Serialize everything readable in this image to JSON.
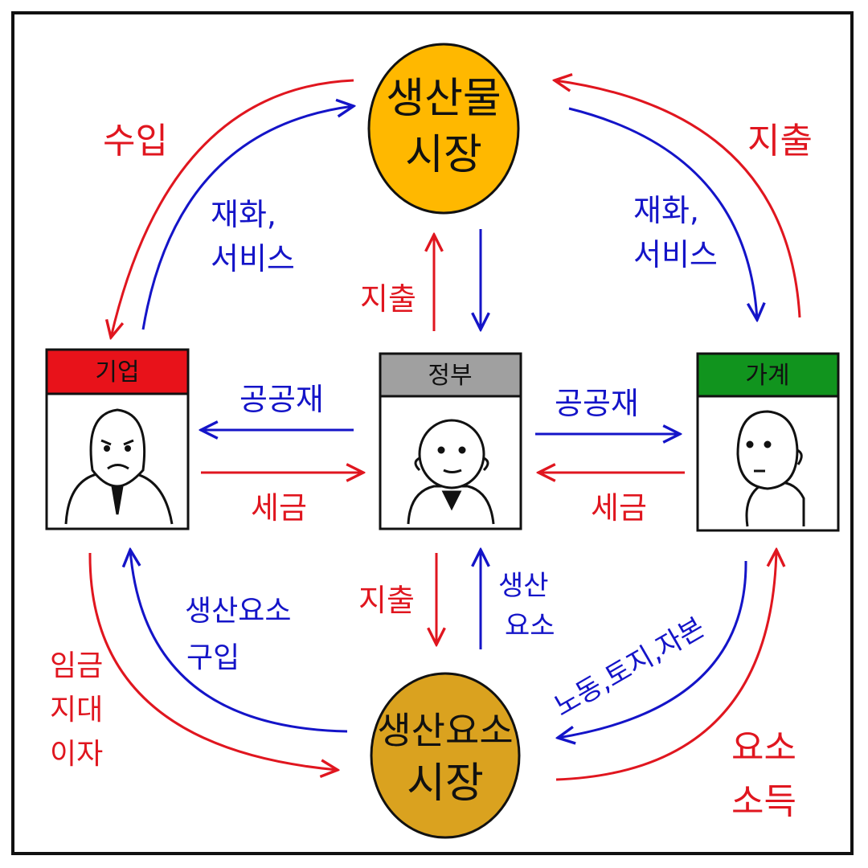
{
  "markets": {
    "product": {
      "line1": "생산물",
      "line2": "시장",
      "color": "#ffb800"
    },
    "factor": {
      "line1": "생산요소",
      "line2": "시장",
      "color": "#daa21f"
    }
  },
  "agents": {
    "firm": {
      "title": "기업",
      "header_color": "#e8121a"
    },
    "government": {
      "title": "정부",
      "header_color": "#a0a0a0"
    },
    "household": {
      "title": "가계",
      "header_color": "#11941e"
    }
  },
  "flows": {
    "firm_revenue": "수입",
    "goods_to_firm": {
      "line1": "재화,",
      "line2": "서비스"
    },
    "household_spending": "지출",
    "goods_to_household": {
      "line1": "재화,",
      "line2": "서비스"
    },
    "gov_spending_product": "지출",
    "public_goods_to_firm": "공공재",
    "firm_tax": "세금",
    "public_goods_to_household": "공공재",
    "household_tax": "세금",
    "gov_spending_factor": "지출",
    "factors_to_gov": {
      "line1": "생산",
      "line2": "요소"
    },
    "factor_purchase": {
      "line1": "생산요소",
      "line2": "구입"
    },
    "firm_factor_payments": {
      "line1": "임금",
      "line2": "지대",
      "line3": "이자"
    },
    "household_factors": "노동,토지,자본",
    "factor_income": {
      "line1": "요소",
      "line2": "소득"
    }
  },
  "colors": {
    "money": "#e0161f",
    "goods": "#1414c8"
  }
}
